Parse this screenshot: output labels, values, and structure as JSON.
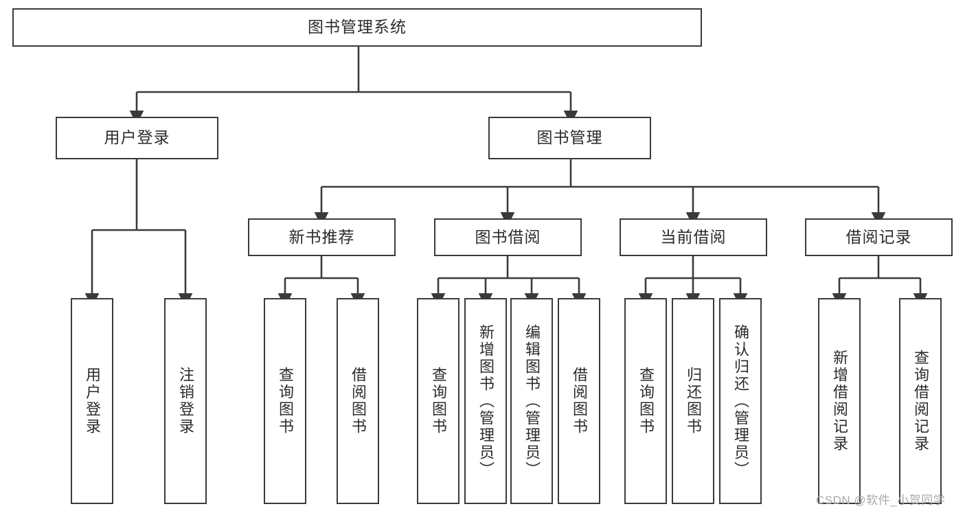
{
  "diagram": {
    "type": "tree-hierarchy-chart",
    "title": "图书管理系统",
    "stroke_color": "#3a3a3a",
    "text_color": "#2b2b2b",
    "background_color": "#ffffff",
    "levels": {
      "root": {
        "label": "图书管理系统",
        "orientation": "horizontal"
      },
      "level2": [
        {
          "id": "user-login",
          "label": "用户登录",
          "orientation": "horizontal"
        },
        {
          "id": "book-management",
          "label": "图书管理",
          "orientation": "horizontal"
        }
      ],
      "level3": [
        {
          "id": "new-book-recommend",
          "label": "新书推荐",
          "orientation": "horizontal",
          "parent": "book-management"
        },
        {
          "id": "book-borrow",
          "label": "图书借阅",
          "orientation": "horizontal",
          "parent": "book-management"
        },
        {
          "id": "current-borrow",
          "label": "当前借阅",
          "orientation": "horizontal",
          "parent": "book-management"
        },
        {
          "id": "borrow-record",
          "label": "借阅记录",
          "orientation": "horizontal",
          "parent": "book-management"
        }
      ],
      "leaves": [
        {
          "id": "leaf-user-login",
          "label": "用户登录",
          "parent": "user-login",
          "orientation": "vertical"
        },
        {
          "id": "leaf-logout-login",
          "label": "注销登录",
          "parent": "user-login",
          "orientation": "vertical"
        },
        {
          "id": "leaf-query-book-1",
          "label": "查询图书",
          "parent": "new-book-recommend",
          "orientation": "vertical"
        },
        {
          "id": "leaf-borrow-book-1",
          "label": "借阅图书",
          "parent": "new-book-recommend",
          "orientation": "vertical"
        },
        {
          "id": "leaf-query-book-2",
          "label": "查询图书",
          "parent": "book-borrow",
          "orientation": "vertical"
        },
        {
          "id": "leaf-add-book",
          "label": "新增图书（管理员）",
          "parent": "book-borrow",
          "orientation": "vertical"
        },
        {
          "id": "leaf-edit-book",
          "label": "编辑图书（管理员）",
          "parent": "book-borrow",
          "orientation": "vertical"
        },
        {
          "id": "leaf-borrow-book-2",
          "label": "借阅图书",
          "parent": "book-borrow",
          "orientation": "vertical"
        },
        {
          "id": "leaf-query-book-3",
          "label": "查询图书",
          "parent": "current-borrow",
          "orientation": "vertical"
        },
        {
          "id": "leaf-return-book",
          "label": "归还图书",
          "parent": "current-borrow",
          "orientation": "vertical"
        },
        {
          "id": "leaf-confirm-return",
          "label": "确认归还（管理员）",
          "parent": "current-borrow",
          "orientation": "vertical"
        },
        {
          "id": "leaf-add-record",
          "label": "新增借阅记录",
          "parent": "borrow-record",
          "orientation": "vertical"
        },
        {
          "id": "leaf-query-record",
          "label": "查询借阅记录",
          "parent": "borrow-record",
          "orientation": "vertical"
        }
      ]
    }
  },
  "watermark": {
    "text": "CSDN @软件_小贺同学"
  }
}
